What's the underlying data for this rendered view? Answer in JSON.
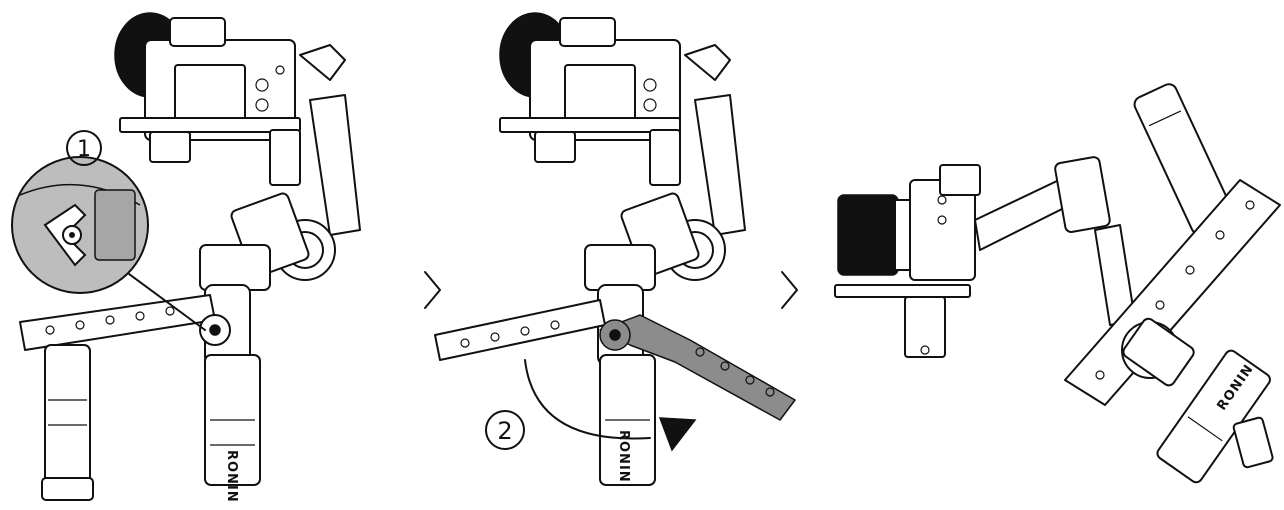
{
  "steps": [
    {
      "marker": "①"
    },
    {
      "marker": "②"
    }
  ],
  "brand_label": "RONIN",
  "colors": {
    "line": "#111111",
    "highlight": "#8c8c8c",
    "background": "#ffffff"
  },
  "icons": [
    "chevron-right-icon",
    "rotation-arrow-icon",
    "magnifier-callout-icon"
  ]
}
